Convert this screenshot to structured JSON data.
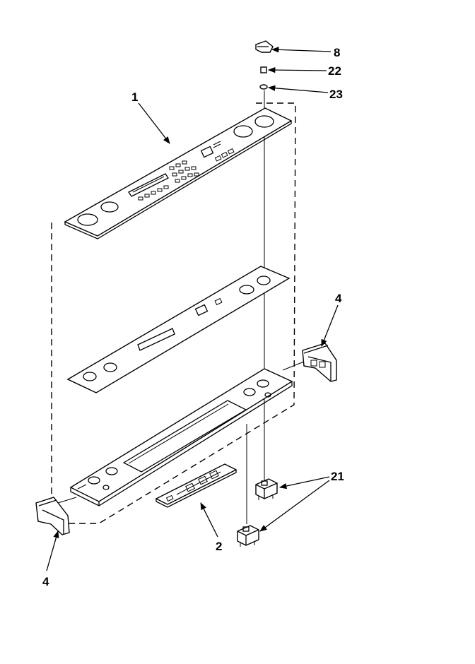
{
  "labels": {
    "item_1": "1",
    "item_2": "2",
    "item_4_upper": "4",
    "item_4_lower": "4",
    "item_8": "8",
    "item_21": "21",
    "item_22": "22",
    "item_23": "23"
  },
  "colors": {
    "ink": "#000000",
    "paper": "#ffffff"
  }
}
